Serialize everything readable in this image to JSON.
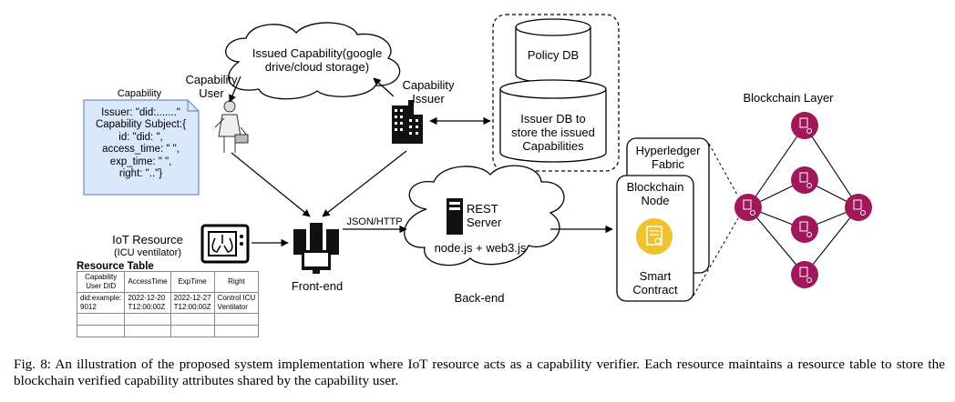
{
  "diagram": {
    "cloud_capability": [
      "Issued Capability(google",
      "drive/cloud storage)"
    ],
    "capability_user": [
      "Capability",
      "User"
    ],
    "capability_issuer": [
      "Capability",
      "Issuer"
    ],
    "capability_doc_title": "Capability",
    "capability_doc_lines": [
      "Issuer: \"did:.......\"",
      "Capability Subject:{",
      "id: \"did: \",",
      "access_time: \" \",",
      "exp_time: \" \",",
      "right: \"..\"}"
    ],
    "policy_db": "Policy DB",
    "issuer_db": [
      "Issuer DB to",
      "store the issued",
      "Capabilities"
    ],
    "blockchain_layer": "Blockchain Layer",
    "hyperledger": [
      "Hyperledger",
      "Fabric"
    ],
    "blockchain_node": [
      "Blockchain",
      "Node"
    ],
    "smart_contract": [
      "Smart",
      "Contract"
    ],
    "rest_server": [
      "REST",
      "Server"
    ],
    "server_stack": "node.js + web3.js",
    "back_end": "Back-end",
    "json_http": "JSON/HTTP",
    "front_end": "Front-end",
    "iot_resource": [
      "IoT Resource",
      "(ICU ventilator)"
    ],
    "resource_table": {
      "title": "Resource Table",
      "headers": [
        [
          "Capability",
          "User DID"
        ],
        [
          "AccessTime"
        ],
        [
          "ExpTime"
        ],
        [
          "Right"
        ]
      ],
      "rows": [
        [
          [
            "did:example:",
            "9012"
          ],
          [
            "2022-12-20",
            "T12:00:00Z"
          ],
          [
            "2022-12-27",
            "T12:00:00Z"
          ],
          [
            "Control ICU",
            "Ventilator"
          ]
        ],
        [
          [
            ""
          ],
          [
            ""
          ],
          [
            ""
          ],
          [
            ""
          ]
        ],
        [
          [
            ""
          ],
          [
            ""
          ],
          [
            ""
          ],
          [
            ""
          ]
        ]
      ]
    },
    "colors": {
      "node": "#a0175a",
      "note_fill": "#dae8fc",
      "note_stroke": "#6c8ebf",
      "contract": "#f2c12e"
    }
  },
  "caption": "Fig. 8: An illustration of the proposed system implementation where IoT resource acts as a capability verifier. Each resource maintains a resource table to store the blockchain verified capability attributes shared by the capability user."
}
